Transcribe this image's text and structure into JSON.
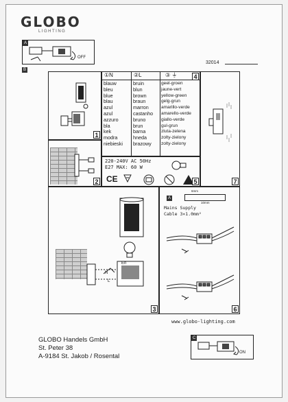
{
  "brand": {
    "logo": "GLOBO",
    "sub": "LIGHTING"
  },
  "top_step": {
    "tag": "A",
    "label": "OFF"
  },
  "step_b_tag": "B",
  "article_no": "32014",
  "panels": {
    "p1": "1",
    "p2": "2",
    "p3": "3",
    "p4": "4",
    "p5": "5",
    "p6": "6",
    "p7": "7"
  },
  "wire_table": {
    "headers": [
      "①N",
      "②L",
      "③ ⏚"
    ],
    "col_n": [
      "blauw",
      "bleu",
      "blue",
      "blau",
      "azul",
      "azul",
      "azzuro",
      "bla",
      "kek",
      "modra",
      "niebieski"
    ],
    "col_l": [
      "bruin",
      "blun",
      "brown",
      "braun",
      "marron",
      "castanho",
      "bruno",
      "brun",
      "barna",
      "hneda",
      "brazowy"
    ],
    "col_e": [
      "geel-groen",
      "jaune-vert",
      "yellow-green",
      "gelg-grun",
      "amarillo-verde",
      "amarello-verde",
      "giallo-verde",
      "gul-grun",
      "zluta-zelena",
      "zolty-zielony",
      "zolty-zielony"
    ]
  },
  "specs": {
    "voltage": "220-240V AC 50Hz",
    "lamp": "E27 MAX: 60 W",
    "ce": "CE"
  },
  "panel6": {
    "tag": "A",
    "cut_top": "6mm",
    "cut_bottom": "10mm",
    "supply_1": "Mains Supply",
    "supply_2": "Cable 3×1.0mm²"
  },
  "labels3": {
    "en": "En",
    "n": "N",
    "l": "L"
  },
  "website": "www.globo-lighting.com",
  "company": {
    "name": "GLOBO Handels GmbH",
    "street": "St. Peter 38",
    "city": "A-9184 St. Jakob / Rosental"
  },
  "bottom_step": {
    "tag": "C",
    "label": "ON"
  }
}
